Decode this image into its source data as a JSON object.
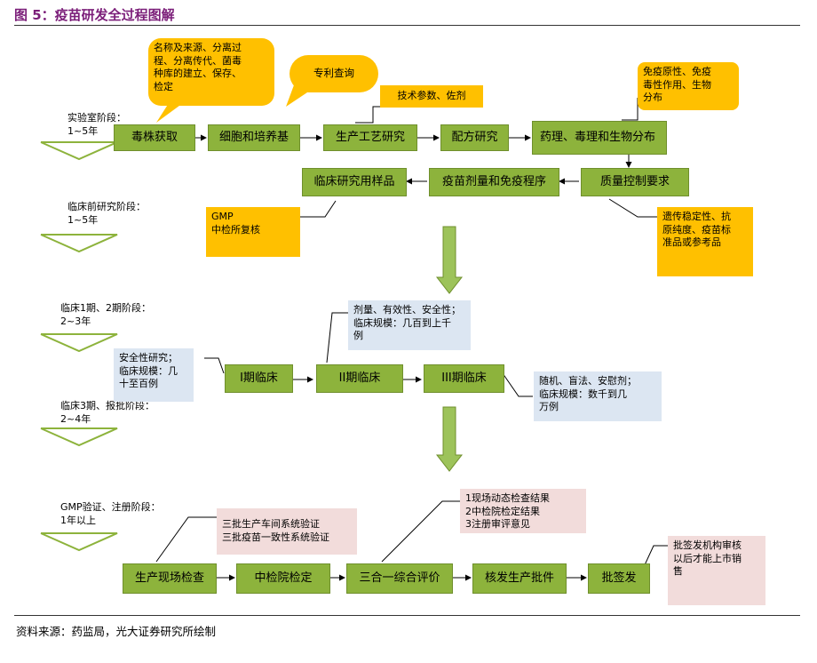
{
  "title": "图 5：疫苗研发全过程图解",
  "source": "资料来源：药监局，光大证券研究所绘制",
  "stages": [
    {
      "id": "lab",
      "lines": [
        "实验室阶段：",
        "1~5年"
      ]
    },
    {
      "id": "preclinical",
      "lines": [
        "临床前研究阶段：",
        "1~5年"
      ]
    },
    {
      "id": "clinical12",
      "lines": [
        "临床1期、2期阶段：",
        "2~3年"
      ]
    },
    {
      "id": "clinical3",
      "lines": [
        "临床3期、报批阶段：",
        "2~4年"
      ]
    },
    {
      "id": "gmp",
      "lines": [
        "GMP验证、注册阶段：",
        "1年以上"
      ]
    }
  ],
  "boxes": {
    "strain": "毒株获取",
    "cell": "细胞和培养基",
    "process": "生产工艺研究",
    "formula": "配方研究",
    "pharma": "药理、毒理和生物分布",
    "qc": "质量控制要求",
    "dose": "疫苗剂量和免疫程序",
    "sample": "临床研究用样品",
    "p1": "I期临床",
    "p2": "II期临床",
    "p3": "III期临床",
    "inspect": "生产现场检查",
    "cnidc": "中检院检定",
    "eval": "三合一综合评价",
    "license": "核发生产批件",
    "lot": "批签发"
  },
  "notes": {
    "strain_note": [
      "名称及来源、分离过",
      "程、分离传代、菌毒",
      "种库的建立、保存、",
      "检定"
    ],
    "patent": "专利查询",
    "tech": "技术参数、佐剂",
    "immuno": [
      "免疫原性、免疫",
      "毒性作用、生物",
      "分布"
    ],
    "gmp_review": [
      "GMP",
      "中检所复核"
    ],
    "stability": [
      "遗传稳定性、抗",
      "原纯度、疫苗标",
      "准品或参考品"
    ],
    "p2_note": [
      "剂量、有效性、安全性；",
      "临床规模：几百到上千",
      "例"
    ],
    "p1_note": [
      "安全性研究；",
      "临床规模：几",
      "十至百例"
    ],
    "p3_note": [
      "随机、盲法、安慰剂；",
      "临床规模：数千到几",
      "万例"
    ],
    "batch_note": [
      "三批生产车间系统验证",
      "三批疫苗一致性系统验证"
    ],
    "eval_note": [
      "1现场动态检查结果",
      "2中检院检定结果",
      "3注册审评意见"
    ],
    "lot_note": [
      "批签发机构审核",
      "以后才能上市销",
      "售"
    ]
  },
  "colors": {
    "title": "#7b1e79",
    "box_green": "#8db33c",
    "note_yellow": "#ffc000",
    "note_blue": "#dce6f2",
    "note_pink": "#f2dcdb",
    "arrow": "#7aa52e"
  },
  "icons": [
    "chevron-down-icon",
    "arrow-right-icon",
    "arrow-down-icon"
  ]
}
